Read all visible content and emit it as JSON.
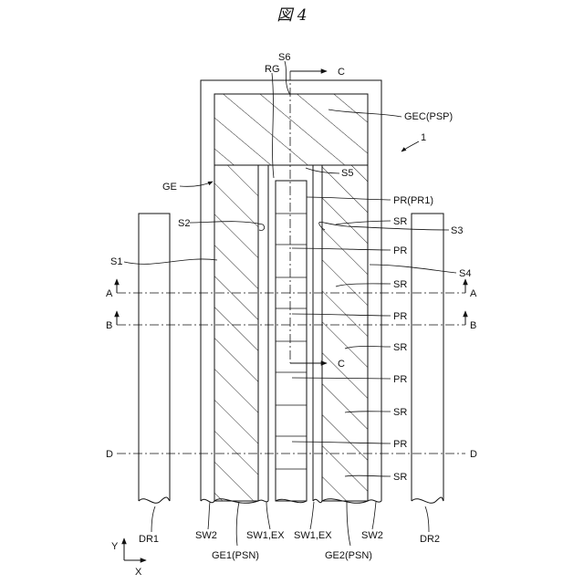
{
  "figure": {
    "title": "図 4",
    "ref_number": "1"
  },
  "labels": {
    "S6": "S6",
    "RG": "RG",
    "C_top": "C",
    "C_mid": "C",
    "GEC": "GEC(PSP)",
    "S5": "S5",
    "GE": "GE",
    "PR_PR1": "PR(PR1)",
    "S2": "S2",
    "SR_1": "SR",
    "S3": "S3",
    "PR_2": "PR",
    "S1": "S1",
    "S4": "S4",
    "SR_2": "SR",
    "A_left": "A",
    "A_right": "A",
    "B_left": "B",
    "B_right": "B",
    "PR_3": "PR",
    "SR_3": "SR",
    "PR_4": "PR",
    "SR_4": "SR",
    "D_left": "D",
    "D_right": "D",
    "PR_5": "PR",
    "SR_5": "SR",
    "DR1": "DR1",
    "SW2_left": "SW2",
    "SW1EX_left": "SW1,EX",
    "SW1EX_right": "SW1,EX",
    "SW2_right": "SW2",
    "DR2": "DR2",
    "GE1": "GE1(PSN)",
    "GE2": "GE2(PSN)",
    "axis_Y": "Y",
    "axis_X": "X"
  }
}
